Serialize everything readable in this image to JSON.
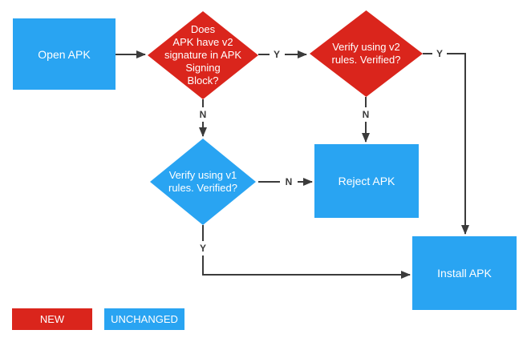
{
  "diagram": {
    "nodes": {
      "open_apk": {
        "label": "Open APK",
        "status": "unchanged"
      },
      "has_v2_signature": {
        "label": "Does\nAPK have v2\nsignature in APK\nSigning\nBlock?",
        "status": "new"
      },
      "verify_v2": {
        "label": "Verify using v2\nrules. Verified?",
        "status": "new"
      },
      "verify_v1": {
        "label": "Verify using v1\nrules. Verified?",
        "status": "unchanged"
      },
      "reject_apk": {
        "label": "Reject APK",
        "status": "unchanged"
      },
      "install_apk": {
        "label": "Install APK",
        "status": "unchanged"
      }
    },
    "edge_labels": {
      "has_v2_yes": "Y",
      "has_v2_no": "N",
      "verify_v2_yes": "Y",
      "verify_v2_no": "N",
      "verify_v1_yes": "Y",
      "verify_v1_no": "N"
    },
    "legend": {
      "new": "NEW",
      "unchanged": "UNCHANGED"
    },
    "colors": {
      "new": "#da251c",
      "unchanged": "#29a4f2",
      "line": "#3b3b3b"
    }
  }
}
